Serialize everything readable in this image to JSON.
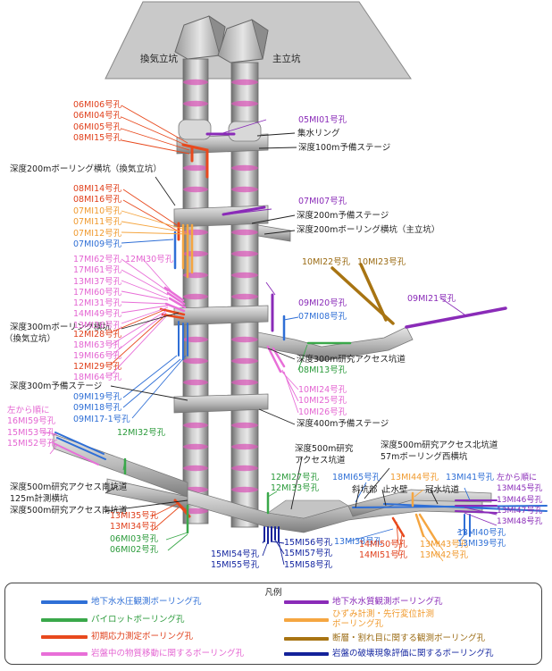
{
  "shafts": {
    "ventilation": "換気立坑",
    "main": "主立坑"
  },
  "structure_labels": [
    {
      "id": "collection-ring",
      "text": "集水リング"
    },
    {
      "id": "stage-100",
      "text": "深度100m予備ステージ"
    },
    {
      "id": "boring-200-vent",
      "text": "深度200mボーリング横坑（換気立坑）"
    },
    {
      "id": "stage-200",
      "text": "深度200m予備ステージ"
    },
    {
      "id": "boring-200-main",
      "text": "深度200mボーリング横坑（主立坑）"
    },
    {
      "id": "boring-300-vent-1",
      "text": "深度300mボーリング横坑"
    },
    {
      "id": "boring-300-vent-2",
      "text": "（換気立坑）"
    },
    {
      "id": "gallery-300",
      "text": "深度300m研究アクセス坑道"
    },
    {
      "id": "stage-300",
      "text": "深度300m予備ステージ"
    },
    {
      "id": "stage-400",
      "text": "深度400m予備ステージ"
    },
    {
      "id": "gallery-500-1",
      "text": "深度500m研究"
    },
    {
      "id": "gallery-500-2",
      "text": "アクセス坑道"
    },
    {
      "id": "north-500",
      "text": "深度500m研究アクセス北坑道"
    },
    {
      "id": "west-57",
      "text": "57mボーリング西横坑"
    },
    {
      "id": "south-500",
      "text": "深度500m研究アクセス南坑道"
    },
    {
      "id": "measure-125",
      "text": "125m計測横坑"
    },
    {
      "id": "south-500-b",
      "text": "深度500m研究アクセス南坑道"
    },
    {
      "id": "slope",
      "text": "斜坑部"
    },
    {
      "id": "water-wall",
      "text": "止水壁"
    },
    {
      "id": "crown",
      "text": "冠水坑道"
    }
  ],
  "boreholes": {
    "top_red": [
      "06MI06号孔",
      "06MI04号孔",
      "06MI05号孔",
      "08MI15号孔"
    ],
    "purple_01": "05MI01号孔",
    "red_200": [
      "08MI14号孔",
      "08MI16号孔"
    ],
    "orange_200": [
      "07MI10号孔",
      "07MI11号孔",
      "07MI12号孔"
    ],
    "blue_09": "07MI09号孔",
    "purple_07": "07MI07号孔",
    "pink_mid": [
      "17MI62号孔",
      "17MI61号孔",
      "13MI37号孔",
      "17MI60号孔",
      "12MI31号孔",
      "14MI49号孔",
      "13MI36号孔"
    ],
    "pink_30": "12MI30号孔",
    "red_28": "12MI28号孔",
    "pink_63": [
      "18MI63号孔",
      "19MI66号孔"
    ],
    "red_29": "12MI29号孔",
    "pink_64": "18MI64号孔",
    "blue_lower": [
      "09MI19号孔",
      "09MI18号孔",
      "09MI17-1号孔"
    ],
    "brown": [
      "10MI22号孔",
      "10MI23号孔"
    ],
    "purple_20": "09MI20号孔",
    "purple_21": "09MI21号孔",
    "blue_08": "07MI08号孔",
    "green_13": "08MI13号孔",
    "pink_300": [
      "10MI24号孔",
      "10MI25号孔",
      "10MI26号孔"
    ],
    "pink_left_head": "左から順に",
    "pink_left": [
      "16MI59号孔",
      "15MI53号孔",
      "15MI52号孔"
    ],
    "green_32": "12MI32号孔",
    "green_500": [
      "12MI27号孔",
      "12MI33号孔"
    ],
    "blue_65": "18MI65号孔",
    "orange_44": "13MI44号孔",
    "blue_41": "13MI41号孔",
    "purple_right_head": "左から順に",
    "purple_right": [
      "13MI45号孔",
      "13MI46号孔",
      "13MI47号孔",
      "13MI48号孔"
    ],
    "red_south": [
      "13MI35号孔",
      "13MI34号孔"
    ],
    "green_south": [
      "06MI03号孔",
      "06MI02号孔"
    ],
    "navy_left": [
      "15MI54号孔",
      "15MI55号孔"
    ],
    "navy_right": [
      "15MI56号孔",
      "15MI57号孔",
      "15MI58号孔"
    ],
    "blue_38": "13MI38号孔",
    "red_50": [
      "14MI50号孔",
      "14MI51号孔"
    ],
    "orange_43": [
      "13MI43号孔",
      "13MI42号孔"
    ],
    "blue_39": [
      "13MI40号孔",
      "13MI39号孔"
    ]
  },
  "legend": {
    "title": "凡例",
    "items": [
      {
        "label": "地下水水圧観測ボーリング孔",
        "color": "#2f6fd6"
      },
      {
        "label": "地下水水質観測ボーリング孔",
        "color": "#8a2bb8"
      },
      {
        "label": "パイロットボーリング孔",
        "color": "#3aa84a"
      },
      {
        "label": "ひずみ計測・先行変位計測",
        "label2": "ボーリング孔",
        "color": "#f5a641"
      },
      {
        "label": "初期応力測定ボーリング孔",
        "color": "#e8491d"
      },
      {
        "label": "断層・割れ目に関する観測ボーリング孔",
        "color": "#a87412"
      },
      {
        "label": "岩盤中の物質移動に関するボーリング孔",
        "color": "#e86fd8"
      },
      {
        "label": "岩盤の破壊現象評価に関するボーリング孔",
        "color": "#14229a"
      }
    ]
  },
  "colors": {
    "blue": "#2f6fd6",
    "purple": "#8a2bb8",
    "green": "#3aa84a",
    "orange": "#f5a641",
    "red": "#e8491d",
    "brown": "#a87412",
    "pink": "#e86fd8",
    "navy": "#14229a"
  }
}
